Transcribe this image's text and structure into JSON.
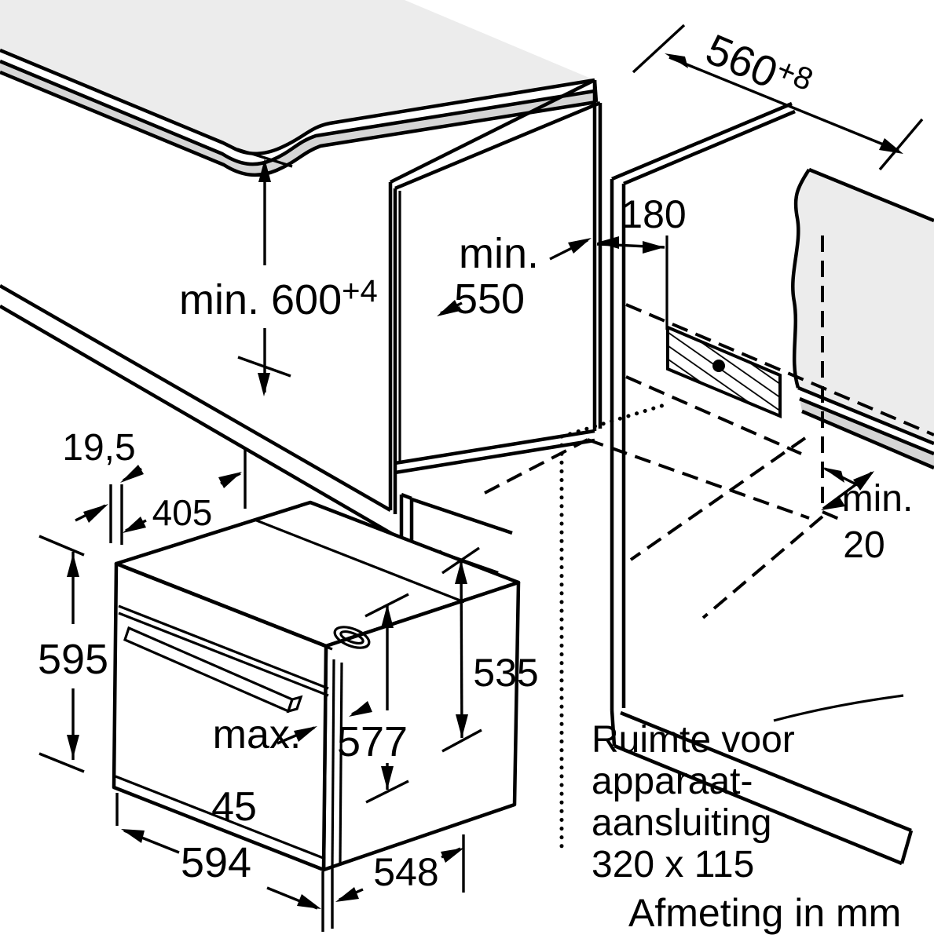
{
  "figure": {
    "type": "appliance installation diagram",
    "appliance": "built-in oven",
    "footer": "Afmeting in mm",
    "note": {
      "line1": "Ruimte voor",
      "line2": "apparaat-",
      "line3": "aansluiting",
      "line4": "320 x 115"
    },
    "dims": {
      "niche_width": "560",
      "niche_width_tol": "+8",
      "side_offset": "180",
      "niche_depth_prefix": "min.",
      "niche_depth": "550",
      "niche_height": "min. 600",
      "niche_height_tol": "+4",
      "flange": "19,5",
      "top_depth": "405",
      "oven_height": "595",
      "door_prefix": "max.",
      "door_thickness": "45",
      "body_front_height": "577",
      "body_height": "535",
      "oven_width": "594",
      "body_depth": "548",
      "rear_gap_prefix": "min.",
      "rear_gap": "20"
    },
    "colors": {
      "line": "#000000",
      "surface": "#ececec",
      "edge_shadow": "#d5d5d5",
      "background": "#ffffff"
    }
  }
}
